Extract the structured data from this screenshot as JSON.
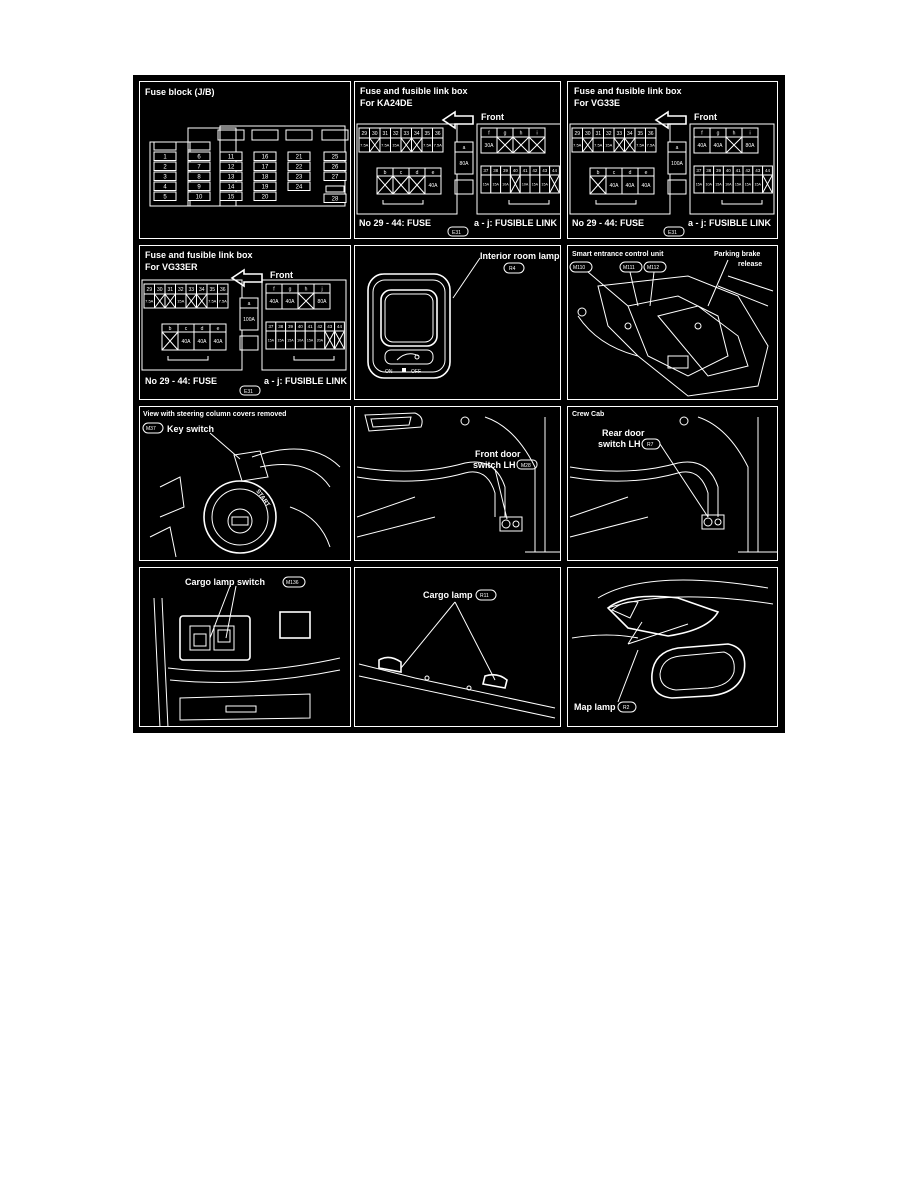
{
  "panels": {
    "p1": {
      "title": "Fuse block (J/B)",
      "fuses": [
        "1",
        "2",
        "3",
        "4",
        "5",
        "6",
        "7",
        "8",
        "9",
        "10",
        "11",
        "12",
        "13",
        "14",
        "15",
        "16",
        "17",
        "18",
        "19",
        "20",
        "21",
        "22",
        "23",
        "24",
        "25",
        "26",
        "27",
        "28"
      ]
    },
    "p2": {
      "title": "Fuse and fusible link box",
      "subtitle": "For KA24DE",
      "front": "Front",
      "fuse_nums_top": [
        "29",
        "30",
        "31",
        "32",
        "33",
        "34",
        "35",
        "36"
      ],
      "fuse_vals_top": [
        "7.5A",
        "",
        "7.5A",
        "15A",
        "",
        "",
        "7.5A",
        "7.5A"
      ],
      "link_top": [
        "f",
        "g",
        "h",
        "i"
      ],
      "link_top_vals": [
        "30A",
        "",
        "",
        ""
      ],
      "link_a": "a",
      "link_a_val": "80A",
      "link_bot": [
        "b",
        "c",
        "d",
        "e"
      ],
      "link_bot_vals": [
        "",
        "",
        "",
        "40A"
      ],
      "fuse_nums_bot": [
        "37",
        "38",
        "39",
        "40",
        "41",
        "42",
        "43",
        "44"
      ],
      "fuse_vals_bot": [
        "15A",
        "15A",
        "10A",
        "",
        "10A",
        "15A",
        "15A",
        ""
      ],
      "legend_left": "No 29 - 44:  FUSE",
      "legend_right": "a - j:  FUSIBLE LINK",
      "connector": "E31"
    },
    "p3": {
      "title": "Fuse and fusible link box",
      "subtitle": "For VG33E",
      "front": "Front",
      "fuse_nums_top": [
        "29",
        "30",
        "31",
        "32",
        "33",
        "34",
        "35",
        "36"
      ],
      "fuse_vals_top": [
        "7.5A",
        "",
        "7.5A",
        "15A",
        "",
        "",
        "7.5A",
        "7.5A"
      ],
      "link_top": [
        "f",
        "g",
        "h",
        "i"
      ],
      "link_top_vals": [
        "40A",
        "40A",
        "",
        "80A"
      ],
      "link_a": "a",
      "link_a_val": "100A",
      "link_bot": [
        "b",
        "c",
        "d",
        "e"
      ],
      "link_bot_vals": [
        "",
        "40A",
        "40A",
        "40A"
      ],
      "fuse_nums_bot": [
        "37",
        "38",
        "39",
        "40",
        "41",
        "42",
        "43",
        "44"
      ],
      "fuse_vals_bot": [
        "15A",
        "10A",
        "15A",
        "10A",
        "15A",
        "15A",
        "15A",
        ""
      ],
      "legend_left": "No 29 - 44:  FUSE",
      "legend_right": "a - j:  FUSIBLE LINK",
      "connector": "E31"
    },
    "p4": {
      "title": "Fuse and fusible link box",
      "subtitle": "For VG33ER",
      "front": "Front",
      "fuse_nums_top": [
        "29",
        "30",
        "31",
        "32",
        "33",
        "34",
        "35",
        "36"
      ],
      "fuse_vals_top": [
        "7.5A",
        "",
        "",
        "15A",
        "",
        "",
        "7.5A",
        "7.5A"
      ],
      "link_top": [
        "f",
        "g",
        "h",
        "j"
      ],
      "link_top_vals": [
        "40A",
        "40A",
        "",
        "80A"
      ],
      "link_a": "a",
      "link_a_val": "100A",
      "link_bot": [
        "b",
        "c",
        "d",
        "e"
      ],
      "link_bot_vals": [
        "",
        "40A",
        "40A",
        "40A"
      ],
      "fuse_nums_bot": [
        "37",
        "38",
        "39",
        "40",
        "41",
        "42",
        "43",
        "44"
      ],
      "fuse_vals_bot": [
        "15A",
        "15A",
        "15A",
        "10A",
        "15A",
        "20A",
        "",
        ""
      ],
      "legend_left": "No 29 - 44:  FUSE",
      "legend_right": "a - j:  FUSIBLE LINK",
      "connector": "E31"
    },
    "p5": {
      "label": "Interior room lamp",
      "connector": "R4",
      "on": "ON",
      "off": "OFF"
    },
    "p6": {
      "label": "Smart entrance control unit",
      "conn1": "M110",
      "conn2": "M111",
      "conn3": "M112",
      "label2": "Parking brake",
      "label3": "release"
    },
    "p7": {
      "title": "View with steering column covers removed",
      "connector": "M37",
      "label": "Key switch",
      "start": "START"
    },
    "p8": {
      "label1": "Front door",
      "label2": "switch LH",
      "connector": "M28"
    },
    "p9": {
      "title": "Crew Cab",
      "label1": "Rear door",
      "label2": "switch LH",
      "connector": "R7"
    },
    "p10": {
      "label": "Cargo lamp switch",
      "connector": "M136"
    },
    "p11": {
      "label": "Cargo lamp",
      "connector": "R11"
    },
    "p12": {
      "label": "Map lamp",
      "connector": "R2"
    }
  }
}
